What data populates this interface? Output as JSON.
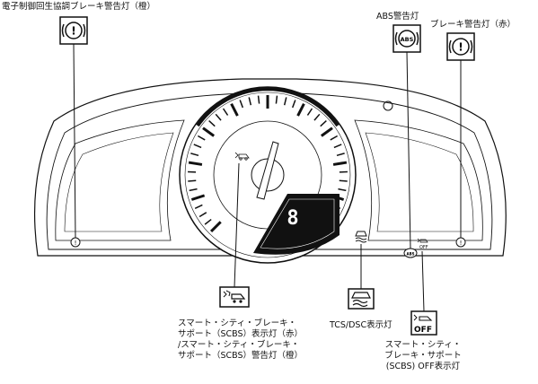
{
  "labels": {
    "brake_orange": "電子制御回生協調ブレーキ警告灯（橙）",
    "abs": "ABS警告灯",
    "brake_red": "ブレーキ警告灯（赤）",
    "scbs_lines": [
      "スマート・シティ・ブレーキ・",
      "サポート（SCBS）表示灯（赤）",
      "/スマート・シティ・ブレーキ・",
      "サポート（SCBS）警告灯（橙）"
    ],
    "tcs": "TCS/DSC表示灯",
    "scbs_off_lines": [
      "スマート・シティ・",
      "ブレーキ・サポート",
      "(SCBS) OFF表示灯"
    ]
  },
  "icons": {
    "abs_text": "ABS",
    "off_text": "OFF",
    "gear_digit": "8"
  },
  "colors": {
    "line": "#111111",
    "panel_fill": "#ffffff",
    "display": "#111111"
  }
}
